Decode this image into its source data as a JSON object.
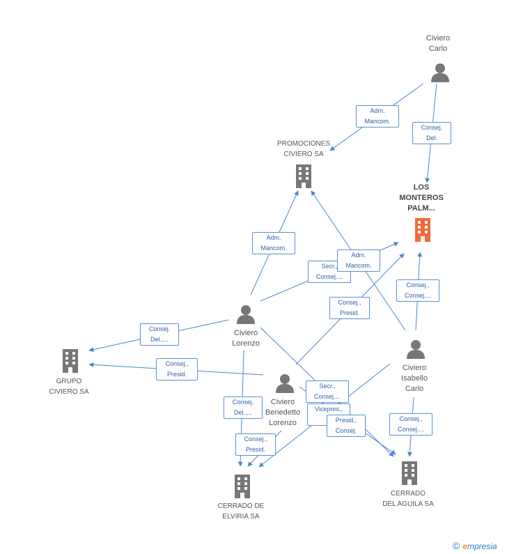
{
  "persons": {
    "civiero_carlo": "Civiero\nCarlo",
    "civiero_lorenzo": "Civiero\nLorenzo",
    "civiero_benedetto": "Civiero\nBenedetto\nLorenzo",
    "civiero_isabello": "Civiero\nIsabello\nCarlo"
  },
  "companies": {
    "promociones": "PROMOCIONES\nCIVIERO SA",
    "los_monteros": "LOS\nMONTEROS\nPALM...",
    "grupo": "GRUPO\nCIVIERO SA",
    "cerrado_elviria": "CERRADO DE\nELVIRIA SA",
    "cerrado_aguila": "CERRADO\nDEL AGUILA SA"
  },
  "relations": {
    "r1": "Adm.\nMancom.",
    "r2": "Consej.\nDel.",
    "r3": "Adm.\nMancom.",
    "r4": "Secr.,\nConsej....",
    "r5": "Adm.\nMancom.",
    "r6": "Consej.,\nConsej....",
    "r7": "Consej.,\nPresid.",
    "r8": "Consej.\nDel.,...",
    "r9": "Consej.,\nPresid.",
    "r10": "Consej.\nDel.,...",
    "r11": "Secr.,\nConsej....",
    "r12": "Vicepres.,\n...",
    "r13": "Consej.,\nPresid.",
    "r14": "Presid.,\nConsej.",
    "r15": "Consej.,\nConsej...."
  },
  "colors": {
    "edge": "#4a86d4",
    "icon": "#777777",
    "focus_icon": "#f06a3a",
    "label_border": "#5b8fd6"
  },
  "watermark": {
    "copyright": "©",
    "brand_e": "e",
    "brand_rest": "mpresia"
  }
}
